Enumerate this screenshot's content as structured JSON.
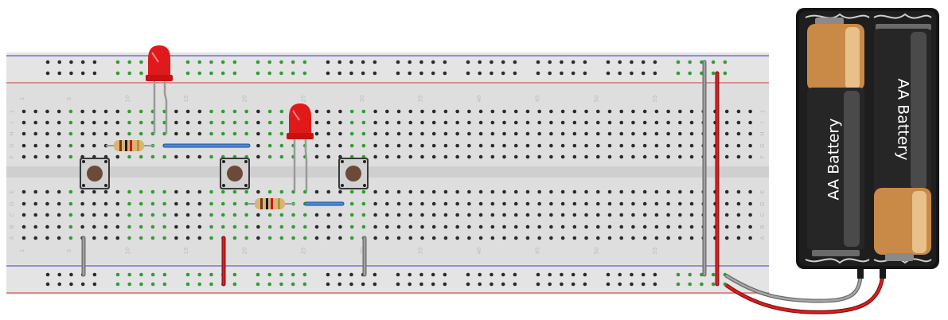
{
  "breadboard": {
    "column_numbers": [
      "1",
      "5",
      "10",
      "15",
      "20",
      "25",
      "30",
      "35",
      "40",
      "45",
      "50",
      "55"
    ],
    "row_letters_top": [
      "J",
      "I",
      "H",
      "G",
      "F"
    ],
    "row_letters_bottom": [
      "E",
      "D",
      "C",
      "B",
      "A"
    ]
  },
  "battery_pack": {
    "cells": [
      {
        "label": "AA Battery"
      },
      {
        "label": "AA Battery"
      }
    ]
  },
  "components": {
    "leds": [
      {
        "name": "led-1",
        "color": "red"
      },
      {
        "name": "led-2",
        "color": "red"
      }
    ],
    "resistors": [
      {
        "name": "resistor-1"
      },
      {
        "name": "resistor-2"
      }
    ],
    "pushbuttons": [
      {
        "name": "pushbutton-1"
      },
      {
        "name": "pushbutton-2"
      },
      {
        "name": "pushbutton-3"
      }
    ],
    "wire_colors": {
      "red": "#cc1818",
      "grey": "#8a8a8a",
      "blue": "#3b78c9",
      "black": "#1a1a1a"
    }
  }
}
